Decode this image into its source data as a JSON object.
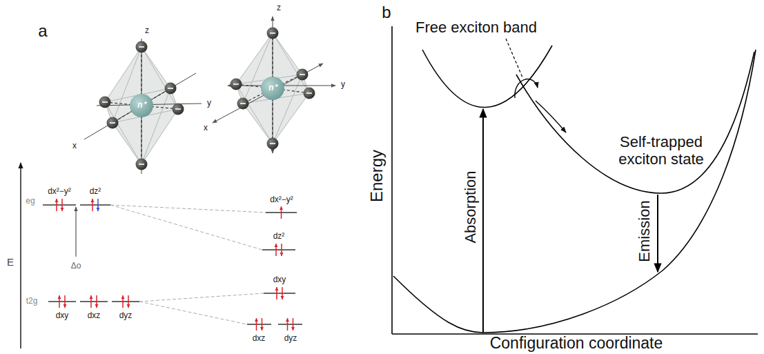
{
  "diagram": {
    "labels": [
      "a",
      "b",
      "z",
      "x",
      "y",
      "n⁺",
      "z",
      "x",
      "y",
      "n⁺",
      "E",
      "eg",
      "dx²−y²",
      "dz²",
      "Δo",
      "t2g",
      "dxy",
      "dxz",
      "dyz",
      "dx²−y²",
      "dz²",
      "dxy",
      "dxz",
      "dyz",
      "Free exciton band",
      "Self-trapped exciton state",
      "Absorption",
      "Emission",
      "Energy",
      "Configuration coordinate"
    ]
  }
}
